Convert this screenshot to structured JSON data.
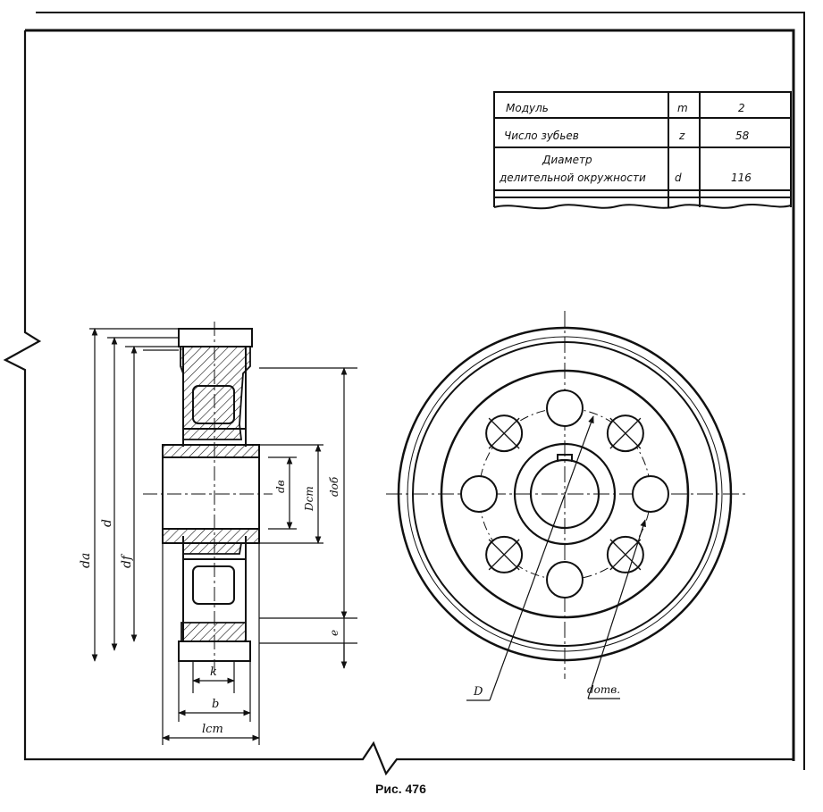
{
  "spec_table": {
    "rows": [
      {
        "param": "Модуль",
        "symbol": "m",
        "value": "2"
      },
      {
        "param": "Число зубьев",
        "symbol": "z",
        "value": "58"
      },
      {
        "param_line1": "Диаметр",
        "param_line2": "делительной окружности",
        "symbol": "d",
        "value": "116"
      }
    ]
  },
  "section_view": {
    "labels": {
      "da": "da",
      "d": "d",
      "df": "df",
      "dv": "dв",
      "dst": "Dст",
      "dob": "dоб",
      "e": "e",
      "k": "k",
      "b": "b",
      "lst": "lст"
    }
  },
  "front_view": {
    "holes_count": 8,
    "labels": {
      "D": "D",
      "dotv": "dотв."
    }
  },
  "caption": "Рис. 476",
  "colors": {
    "ink": "#111111",
    "paper": "#ffffff"
  }
}
